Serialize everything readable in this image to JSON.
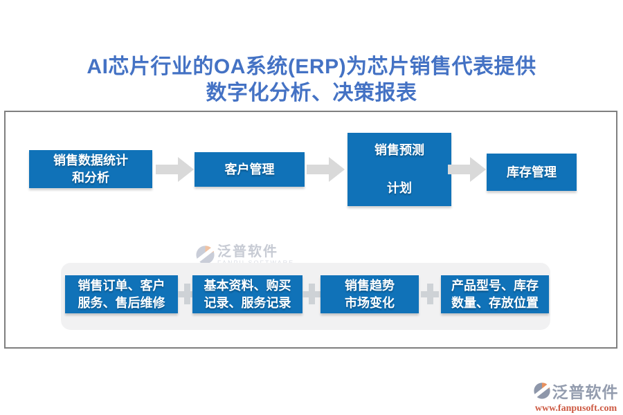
{
  "title": {
    "line1": "AI芯片行业的OA系统(ERP)为芯片销售代表提供",
    "line2": "数字化分析、决策报表"
  },
  "flow": {
    "steps": [
      {
        "name": "sales-data-stats",
        "line1": "销售数据统计",
        "line2": "和分析"
      },
      {
        "name": "customer-mgmt",
        "line1": "客户管理"
      },
      {
        "name": "sales-forecast",
        "line1": "销售预测",
        "line2": "计划"
      },
      {
        "name": "inventory-mgmt",
        "line1": "库存管理"
      }
    ]
  },
  "details": {
    "plus_symbol": "+",
    "items": [
      {
        "name": "orders-service",
        "line1": "销售订单、客户",
        "line2": "服务、售后维修"
      },
      {
        "name": "profiles-records",
        "line1": "基本资料、购买",
        "line2": "记录、服务记录"
      },
      {
        "name": "trends-market",
        "line1": "销售趋势",
        "line2": "市场变化"
      },
      {
        "name": "product-storage",
        "line1": "产品型号、库存",
        "line2": "数量、存放位置"
      }
    ]
  },
  "watermark": {
    "brand": "泛普软件",
    "brand_en": "FANPU SOFTWARE"
  },
  "footer": {
    "brand": "泛普软件",
    "url": "www.fanpusoft.com"
  },
  "icons": {
    "flow_arrow": "right-block-arrow",
    "connector": "plus-icon",
    "logo": "fanpu-swoosh-circle"
  },
  "colors": {
    "box_blue": "#1072b8",
    "title_blue": "#4472c4",
    "arrow_gray": "#d9d9d9",
    "plus_gray": "#ced2d6",
    "panel_gray": "#f1f1f2",
    "frame_border": "#7f7f7f",
    "footer_url_orange": "#cd5a43",
    "footer_brand_gray": "#939cae"
  }
}
